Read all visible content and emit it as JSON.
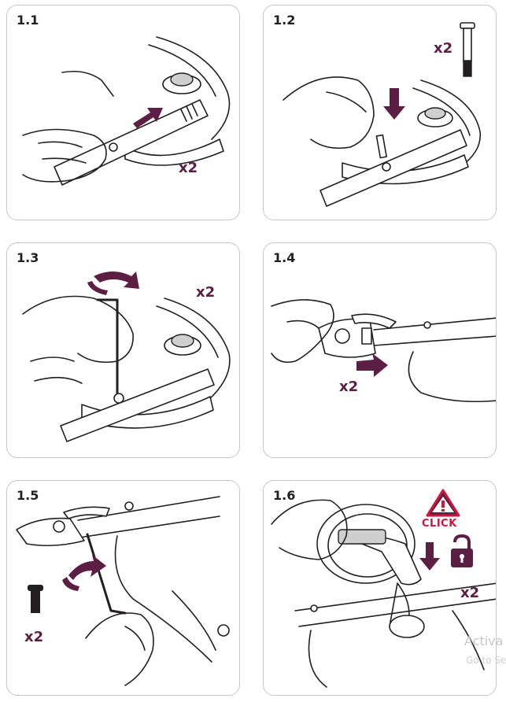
{
  "panels": [
    {
      "step": "1.1",
      "qty": "x2"
    },
    {
      "step": "1.2",
      "qty": "x2"
    },
    {
      "step": "1.3",
      "qty": "x2"
    },
    {
      "step": "1.4",
      "qty": "x2"
    },
    {
      "step": "1.5",
      "qty": "x2"
    },
    {
      "step": "1.6",
      "qty": "x2",
      "click": "CLICK"
    }
  ],
  "watermark": {
    "line1": "Activa",
    "line2": "Go to Se"
  },
  "colors": {
    "accent": "#5c1e43",
    "warning": "#d0153a",
    "border": "#c8c8c8"
  }
}
